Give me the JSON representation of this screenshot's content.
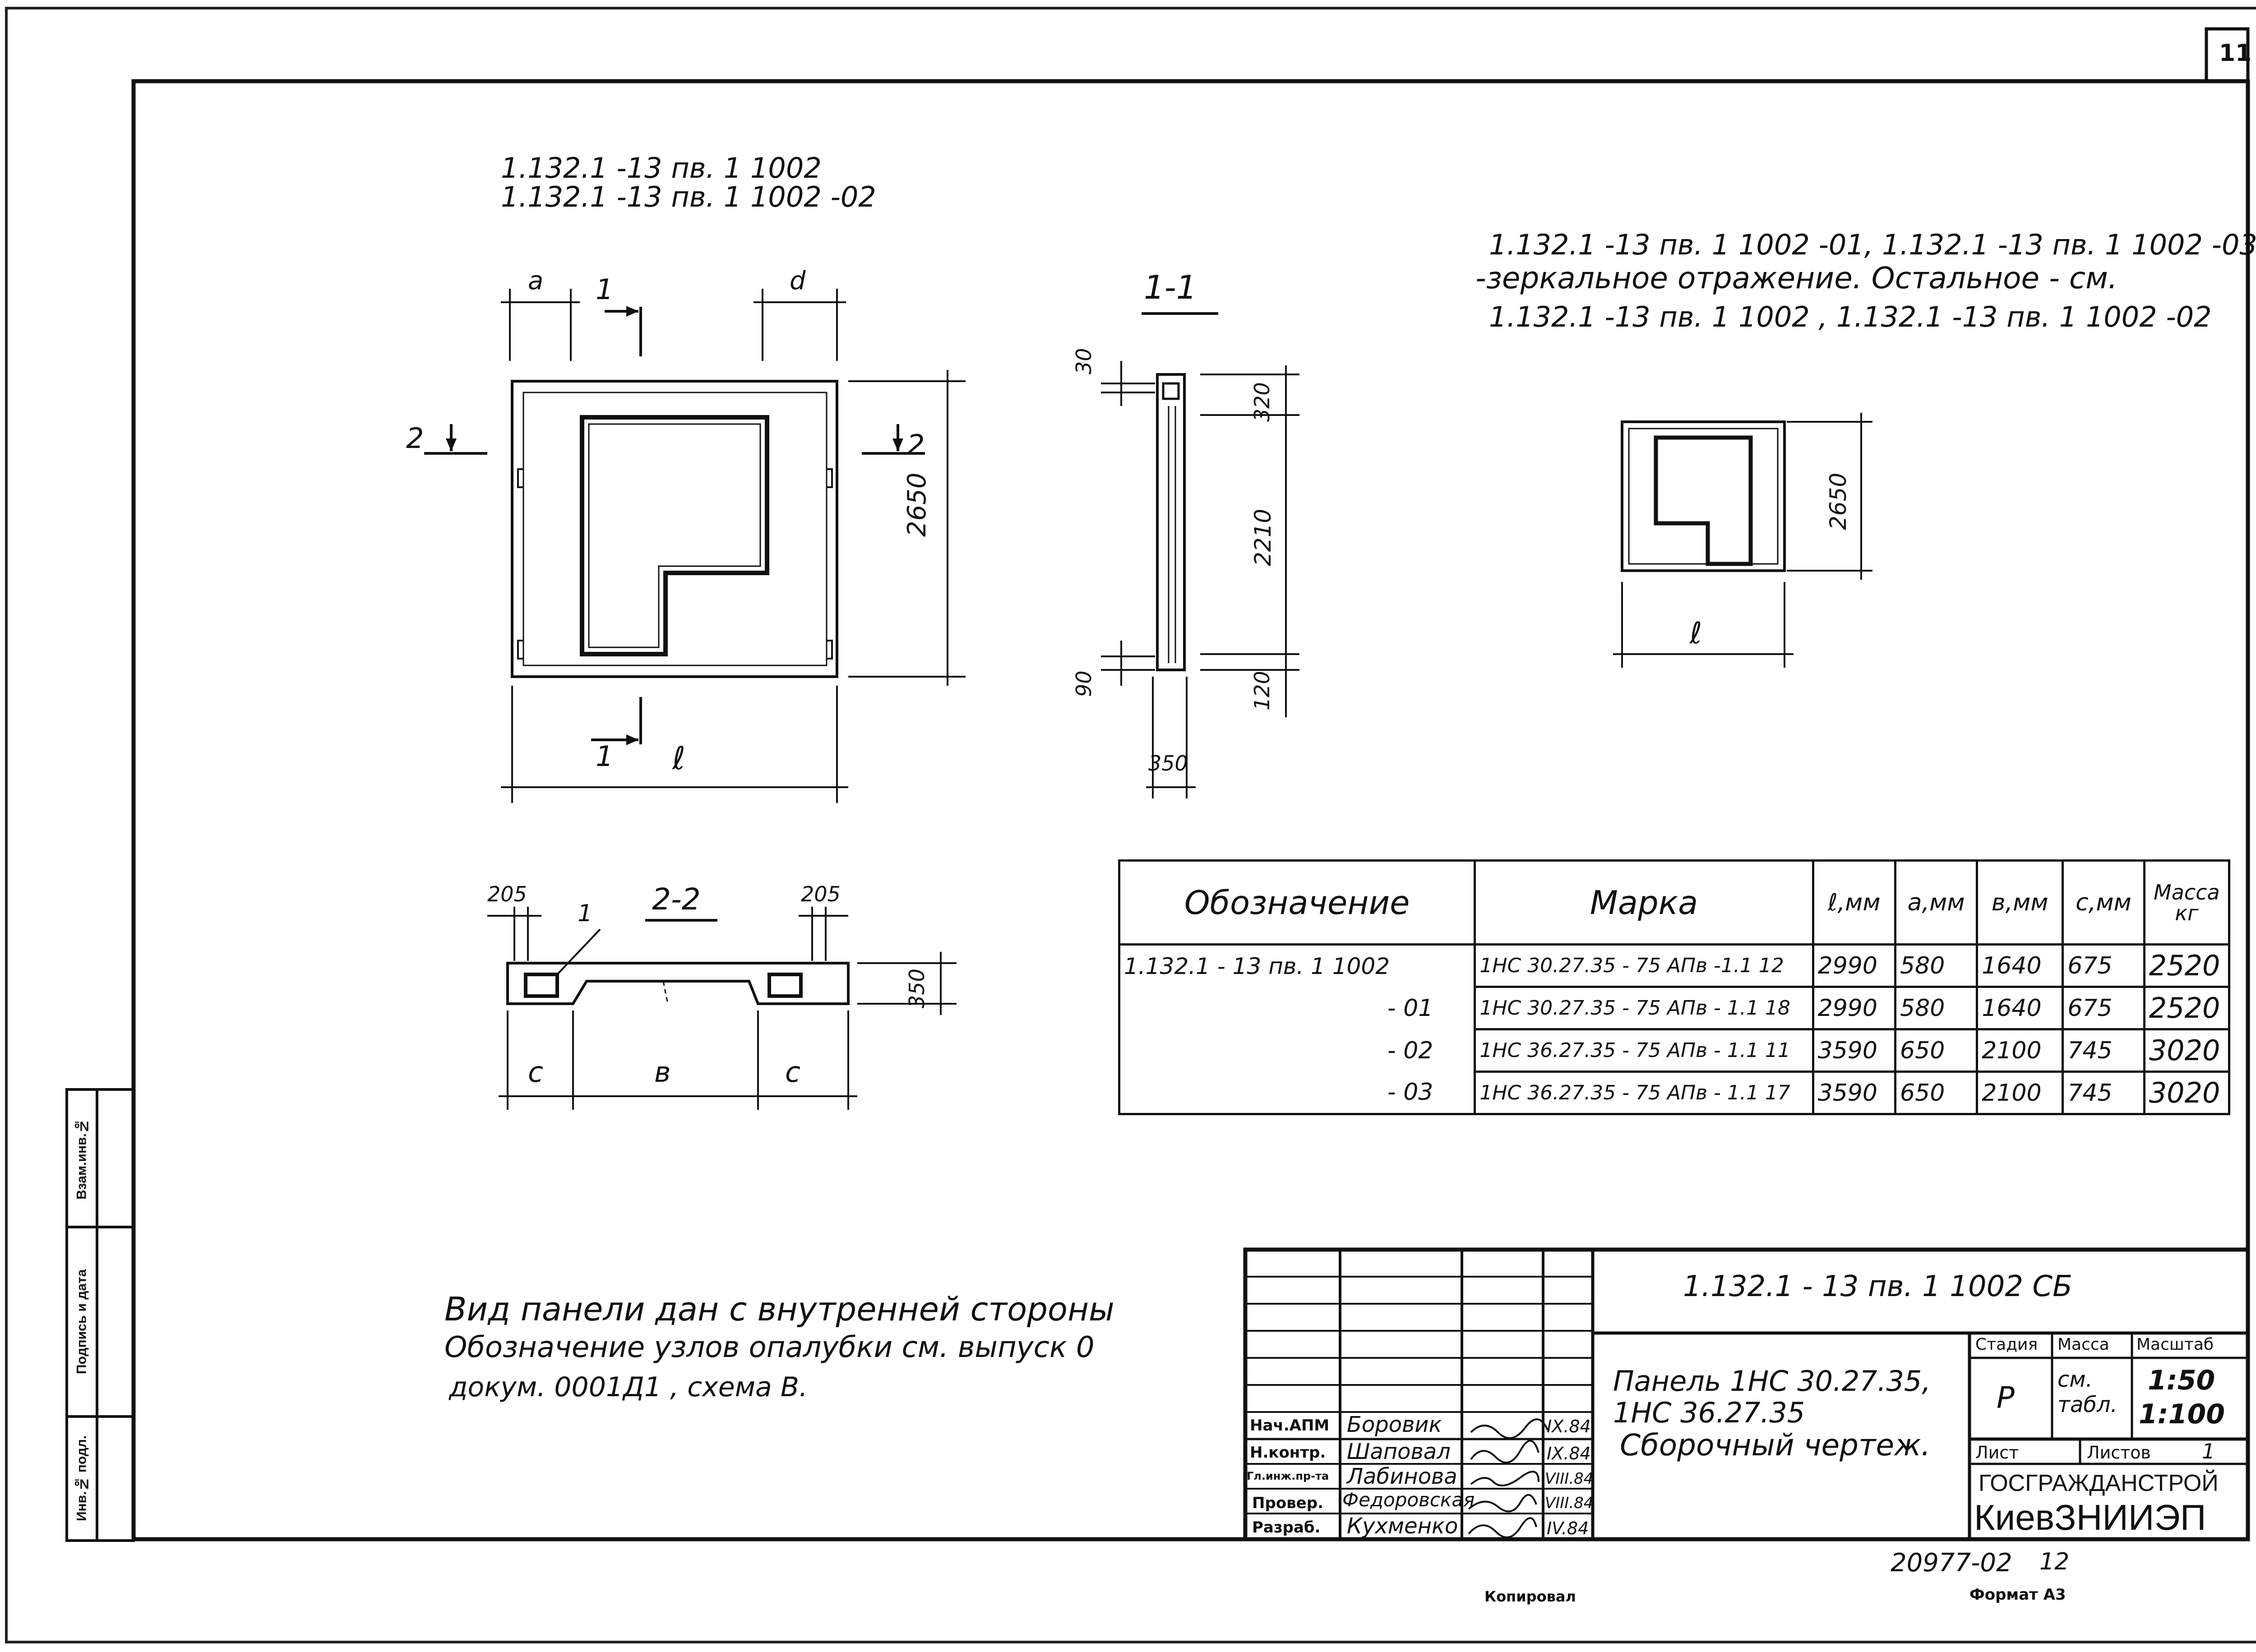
{
  "sheet_number": "11",
  "headers": {
    "left_line1": "1.132.1 -13 пв. 1 1002",
    "left_line2": "1.132.1 -13 пв. 1 1002 -02",
    "mirror_line1": "1.132.1 -13 пв. 1 1002 -01, 1.132.1 -13 пв. 1 1002 -03",
    "mirror_line2": "-зеркальное отражение. Остальное - см.",
    "mirror_line3": "1.132.1 -13 пв. 1 1002 , 1.132.1 -13 пв. 1 1002 -02"
  },
  "drawing_labels": {
    "dim_a": "a",
    "dim_d": "d",
    "cut_1": "1",
    "cut_2": "2",
    "dim_l": "ℓ",
    "dim_2650": "2650",
    "section_1_1": "1-1",
    "dim_30": "30",
    "dim_320": "320",
    "dim_2210": "2210",
    "dim_90": "90",
    "dim_120": "120",
    "dim_350": "350",
    "section_2_2": "2-2",
    "dim_205_left": "205",
    "dim_205_right": "205",
    "leader_1": "1",
    "dim_350_side": "350",
    "dim_c": "c",
    "dim_b": "в",
    "small_2650": "2650",
    "small_l": "ℓ"
  },
  "spec_table": {
    "headers": [
      "Обозначение",
      "Марка",
      "ℓ,мм",
      "a,мм",
      "в,мм",
      "c,мм",
      "Масса кг"
    ],
    "rows": [
      [
        "1.132.1 - 13 пв. 1 1002",
        "1НС 30.27.35 - 75 АПв -1.1 12",
        "2990",
        "580",
        "1640",
        "675",
        "2520"
      ],
      [
        "- 01",
        "1НС 30.27.35 - 75 АПв - 1.1 18",
        "2990",
        "580",
        "1640",
        "675",
        "2520"
      ],
      [
        "- 02",
        "1НС 36.27.35 - 75 АПв - 1.1 11",
        "3590",
        "650",
        "2100",
        "745",
        "3020"
      ],
      [
        "- 03",
        "1НС 36.27.35 - 75 АПв - 1.1 17",
        "3590",
        "650",
        "2100",
        "745",
        "3020"
      ]
    ]
  },
  "note": {
    "line1": "Вид панели дан с внутренней стороны",
    "line2": "Обозначение узлов опалубки см. выпуск 0",
    "line3": "докум. 0001Д1 , схема В."
  },
  "side_stamp": {
    "cell1": "Взам.инв.№",
    "cell2": "Подпись и дата",
    "cell3": "Инв.№ подл."
  },
  "title_block": {
    "document_code": "1.132.1 - 13 пв. 1 1002 СБ",
    "title_line1": "Панель 1НС 30.27.35,",
    "title_line2": "1НС 36.27.35",
    "title_line3": "Сборочный чертеж.",
    "stage_label": "Стадия",
    "mass_label": "Масса",
    "scale_label": "Масштаб",
    "stage_value": "Р",
    "mass_value": "см. табл.",
    "scale_value1": "1:50",
    "scale_value2": "1:100",
    "sheet_label": "Лист",
    "sheets_label": "Листов",
    "sheets_value": "1",
    "org_line1": "ГОСГРАЖДАНСТРОЙ",
    "org_line2": "КиевЗНИИЭП",
    "signatures": [
      {
        "role": "Нач.АПМ",
        "name": "Боровик",
        "date": "IX.84"
      },
      {
        "role": "Н.контр.",
        "name": "Шаповал",
        "date": "IX.84"
      },
      {
        "role": "Гл.инж.пр-та",
        "name": "Лабинова",
        "date": "VIII.84"
      },
      {
        "role": "Провер.",
        "name": "Федоровская",
        "date": "VIII.84"
      },
      {
        "role": "Разраб.",
        "name": "Кухменко",
        "date": "IV.84"
      }
    ]
  },
  "footer": {
    "inventory": "20977-02",
    "page_suffix": "12",
    "copied": "Копировал",
    "format": "Формат А3"
  }
}
